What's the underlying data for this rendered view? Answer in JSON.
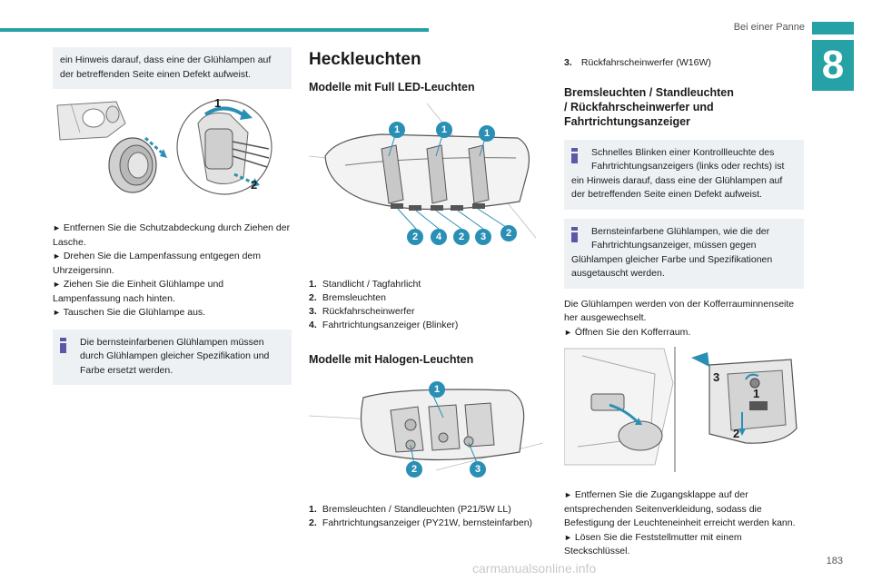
{
  "header": {
    "section": "Bei einer Panne",
    "chapter": "8",
    "page_number": "183"
  },
  "watermark": "carmanualsonline.info",
  "col1": {
    "top_note": "ein Hinweis darauf, dass eine der Glühlampen auf der betreffenden Seite einen Defekt aufweist.",
    "figure_callouts": [
      "1",
      "2"
    ],
    "steps": [
      "Entfernen Sie die Schutzabdeckung durch Ziehen der Lasche.",
      "Drehen Sie die Lampenfassung entgegen dem Uhrzeigersinn.",
      "Ziehen Sie die Einheit Glühlampe und Lampenfassung nach hinten.",
      "Tauschen Sie die Glühlampe aus."
    ],
    "note": "Die bernsteinfarbenen Glühlampen müssen durch Glühlampen gleicher Spezifikation und Farbe ersetzt werden.",
    "note_first_line": "Die bernsteinfarbenen Glühlampen müssen",
    "note_rest": "durch Glühlampen gleicher Spezifikation und Farbe ersetzt werden."
  },
  "col2": {
    "title": "Heckleuchten",
    "led_heading": "Modelle mit Full LED-Leuchten",
    "led_callouts_top": [
      "1",
      "1",
      "1"
    ],
    "led_callouts_bottom": [
      "2",
      "4",
      "2",
      "3",
      "2"
    ],
    "led_list": [
      {
        "num": "1.",
        "text": "Standlicht / Tagfahrlicht"
      },
      {
        "num": "2.",
        "text": "Bremsleuchten"
      },
      {
        "num": "3.",
        "text": "Rückfahrscheinwerfer"
      },
      {
        "num": "4.",
        "text": "Fahrtrichtungsanzeiger (Blinker)"
      }
    ],
    "halogen_heading": "Modelle mit Halogen-Leuchten",
    "halogen_callouts": [
      "1",
      "2",
      "3"
    ],
    "halogen_list": [
      {
        "num": "1.",
        "text": "Bremsleuchten / Standleuchten (P21/5W LL)"
      },
      {
        "num": "2.",
        "text": "Fahrtrichtungsanzeiger (PY21W, bernsteinfarben)"
      }
    ]
  },
  "col3": {
    "item3": {
      "num": "3.",
      "text": "Rückfahrscheinwerfer (W16W)"
    },
    "heading": "Bremsleuchten / Standleuchten / Rückfahrscheinwerfer und Fahrtrichtungsanzeiger",
    "heading_lines": [
      "Bremsleuchten / Standleuchten",
      "/ Rückfahrscheinwerfer und",
      "Fahrtrichtungsanzeiger"
    ],
    "note1_first": "Schnelles Blinken einer Kontrollleuchte des",
    "note1_second": "Fahrtrichtungsanzeigers (links oder rechts) ist",
    "note1_rest": "ein Hinweis darauf, dass eine der Glühlampen auf der betreffenden Seite einen Defekt aufweist.",
    "note2_first": "Bernsteinfarbene Glühlampen, wie die der",
    "note2_second": "Fahrtrichtungsanzeiger, müssen gegen",
    "note2_rest": "Glühlampen gleicher Farbe und Spezifikationen ausgetauscht werden.",
    "para": "Die Glühlampen werden von der Kofferrauminnenseite her ausgewechselt.",
    "step_open": "Öffnen Sie den Kofferraum.",
    "figure_callouts": [
      "3",
      "1",
      "2"
    ],
    "steps": [
      "Entfernen Sie die Zugangsklappe auf der entsprechenden Seitenverkleidung, sodass die Befestigung der Leuchteneinheit erreicht werden kann.",
      "Lösen Sie die Feststellmutter mit einem Steckschlüssel."
    ]
  },
  "colors": {
    "accent": "#26a1a6",
    "info": "#5b58a7",
    "note_bg": "#eef1f3",
    "callout": "#2a8fb5"
  }
}
